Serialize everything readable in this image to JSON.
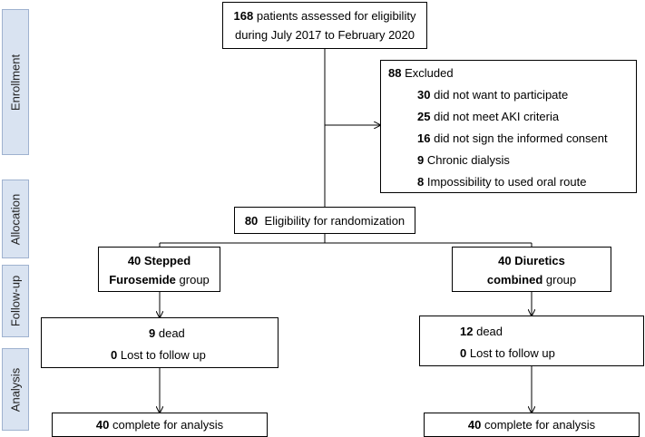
{
  "phases": [
    "Enrollment",
    "Allocation",
    "Follow-up",
    "Analysis"
  ],
  "assessed": {
    "count": "168",
    "line1": "patients assessed for eligibility",
    "line2": "during July 2017 to February 2020"
  },
  "excluded": {
    "count": "88",
    "label": "Excluded",
    "reasons": [
      {
        "count": "30",
        "text": "did not want to participate"
      },
      {
        "count": "25",
        "text": "did not meet AKI criteria"
      },
      {
        "count": "16",
        "text": "did not sign the informed consent"
      },
      {
        "count": "9",
        "text": "Chronic dialysis"
      },
      {
        "count": "8",
        "text": "Impossibility to used oral route"
      }
    ]
  },
  "randomization": {
    "count": "80",
    "label": "Eligibility for randomization"
  },
  "arms": [
    {
      "group_line1": "40 Stepped",
      "group_bold": "Furosemide",
      "group_rest": "group",
      "dead_count": "9",
      "dead_label": "dead",
      "lost_count": "0",
      "lost_label": "Lost to follow up",
      "analysis_count": "40",
      "analysis_label": "complete for analysis"
    },
    {
      "group_line1": "40 Diuretics",
      "group_bold": "combined",
      "group_rest": "group",
      "dead_count": "12",
      "dead_label": "dead",
      "lost_count": "0",
      "lost_label": "Lost to follow up",
      "analysis_count": "40",
      "analysis_label": "complete for analysis"
    }
  ]
}
